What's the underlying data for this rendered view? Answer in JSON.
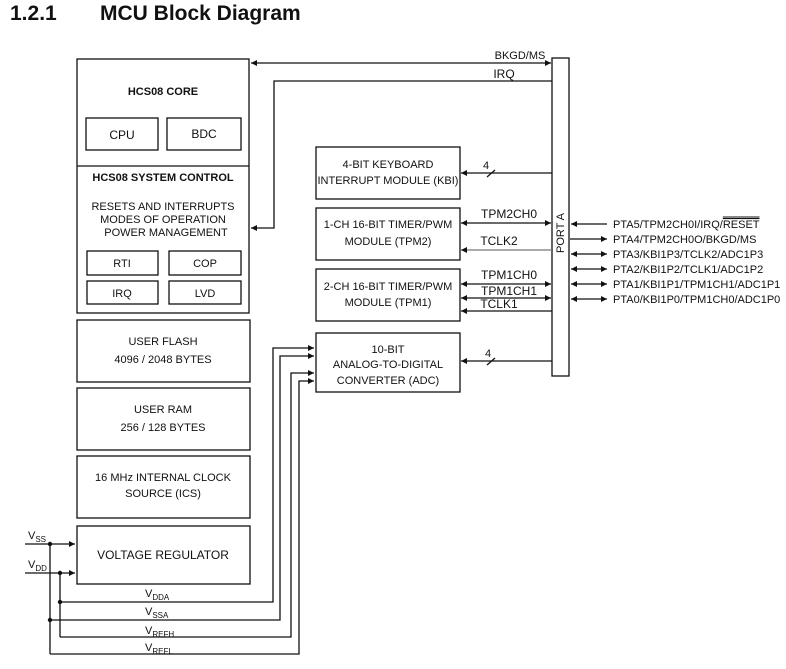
{
  "section": {
    "number": "1.2.1",
    "title": "MCU Block Diagram"
  },
  "blocks": {
    "core": {
      "title": "HCS08 CORE",
      "cpu": "CPU",
      "bdc": "BDC"
    },
    "system_control": {
      "title": "HCS08 SYSTEM CONTROL",
      "lines": [
        "RESETS AND INTERRUPTS",
        "MODES OF OPERATION",
        "POWER MANAGEMENT"
      ],
      "rti": "RTI",
      "cop": "COP",
      "irq": "IRQ",
      "lvd": "LVD"
    },
    "flash": {
      "line1": "USER FLASH",
      "line2": "4096 / 2048 BYTES"
    },
    "ram": {
      "line1": "USER RAM",
      "line2": "256 / 128 BYTES"
    },
    "ics": {
      "line1": "16 MHz INTERNAL CLOCK",
      "line2": "SOURCE (ICS)"
    },
    "vreg": {
      "label": "VOLTAGE REGULATOR"
    },
    "kbi": {
      "line1": "4-BIT KEYBOARD",
      "line2": "INTERRUPT MODULE (KBI)"
    },
    "tpm2": {
      "line1": "1-CH 16-BIT TIMER/PWM",
      "line2": "MODULE (TPM2)"
    },
    "tpm1": {
      "line1": "2-CH 16-BIT TIMER/PWM",
      "line2": "MODULE (TPM1)"
    },
    "adc": {
      "line1": "10-BIT",
      "line2": "ANALOG-TO-DIGITAL",
      "line3": "CONVERTER (ADC)"
    },
    "port_a": {
      "label": "PORT A"
    }
  },
  "signals": {
    "bkgd": "BKGD/MS",
    "irq": "IRQ",
    "kbi_bus": "4",
    "adc_bus": "4",
    "tpm2ch0": "TPM2CH0",
    "tclk2": "TCLK2",
    "tpm1ch0": "TPM1CH0",
    "tpm1ch1": "TPM1CH1",
    "tclk1": "TCLK1"
  },
  "pins": [
    {
      "text": "PTA5/TPM2CH0I/IRQ/",
      "overline": "RESET",
      "direction": "in"
    },
    {
      "text": "PTA4/TPM2CH0O/BKGD/MS",
      "overline": "",
      "direction": "out"
    },
    {
      "text": "PTA3/KBI1P3/TCLK2/ADC1P3",
      "overline": "",
      "direction": "bidir"
    },
    {
      "text": "PTA2/KBI1P2/TCLK1/ADC1P2",
      "overline": "",
      "direction": "bidir"
    },
    {
      "text": "PTA1/KBI1P1/TPM1CH1/ADC1P1",
      "overline": "",
      "direction": "bidir"
    },
    {
      "text": "PTA0/KBI1P0/TPM1CH0/ADC1P0",
      "overline": "",
      "direction": "bidir"
    }
  ],
  "power": {
    "vss": {
      "v": "V",
      "sub": "SS"
    },
    "vdd": {
      "v": "V",
      "sub": "DD"
    },
    "vdda": {
      "v": "V",
      "sub": "DDA"
    },
    "vssa": {
      "v": "V",
      "sub": "SSA"
    },
    "vrefh": {
      "v": "V",
      "sub": "REFH"
    },
    "vrefl": {
      "v": "V",
      "sub": "REFL"
    }
  }
}
